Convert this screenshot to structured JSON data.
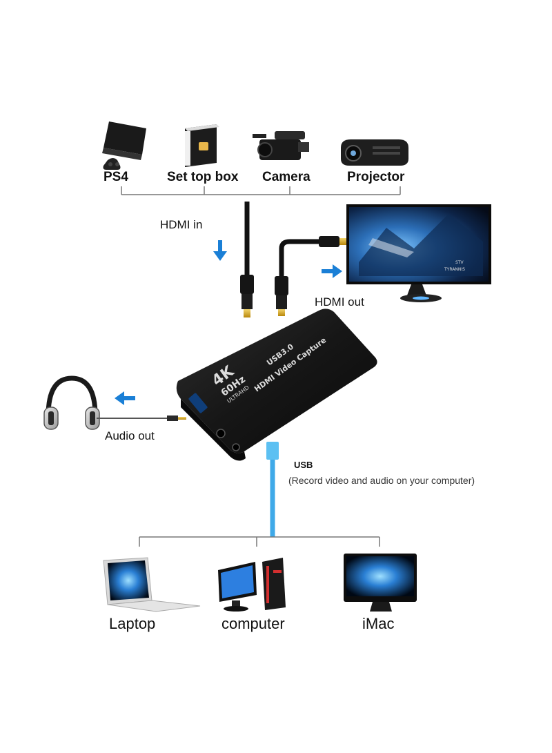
{
  "sources": {
    "ps4": "PS4",
    "set_top_box": "Set top box",
    "camera": "Camera",
    "projector": "Projector"
  },
  "connections": {
    "hdmi_in": "HDMI in",
    "hdmi_out": "HDMI out",
    "audio_out": "Audio out",
    "usb": "USB",
    "usb_note": "(Record video and audio on your computer)"
  },
  "device": {
    "interface": "USB3.0",
    "product": "HDMI Video Capture",
    "resolution": "4K",
    "refresh": "60Hz",
    "badge": "ULTRAHD"
  },
  "monitor_text": {
    "line1": "STV",
    "line2": "TYRANNIS"
  },
  "destinations": {
    "laptop": "Laptop",
    "computer": "computer",
    "imac": "iMac"
  },
  "colors": {
    "arrow": "#1a7fd6",
    "usb_cable": "#3fa9e8",
    "device_body": "#1b1b1b",
    "line": "#777777"
  }
}
